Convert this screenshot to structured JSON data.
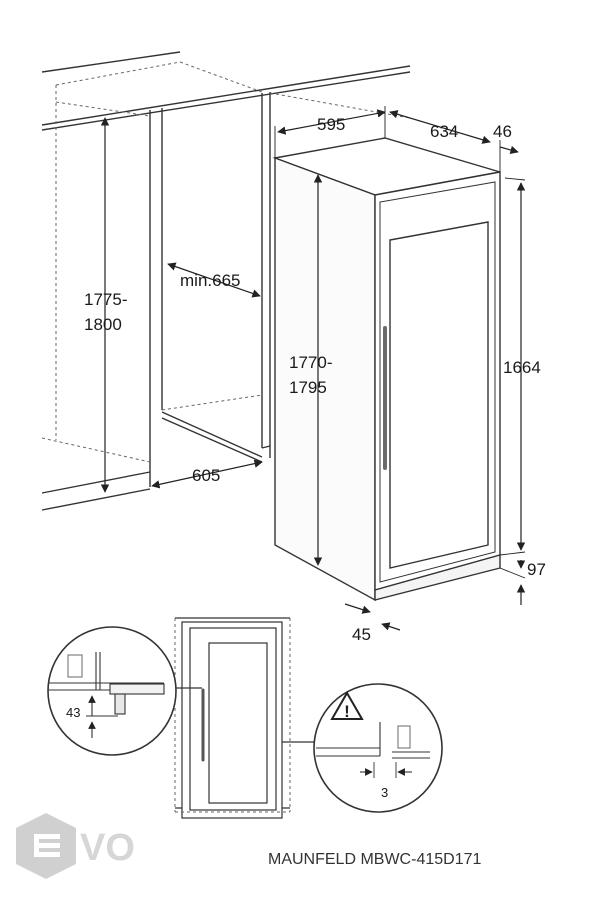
{
  "dimensions": {
    "width": "595",
    "depth": "634",
    "door_offset": "46",
    "niche_height_line1": "1775-",
    "niche_height_line2": "1800",
    "min_width": "min.665",
    "unit_height_line1": "1770-",
    "unit_height_line2": "1795",
    "body_height": "1664",
    "plinth_height": "97",
    "niche_depth": "605",
    "side_gap": "45",
    "left_detail": "43",
    "right_detail": "3"
  },
  "warning_symbol": "!",
  "logo": {
    "text": "VO",
    "icon": "hexagon-e-logo-icon",
    "color": "#cfcfcf"
  },
  "caption": "MAUNFELD MBWC-415D171",
  "colors": {
    "line": "#333333",
    "dashed": "#555555",
    "handle": "#6a6a6a",
    "wood": "#888888"
  }
}
